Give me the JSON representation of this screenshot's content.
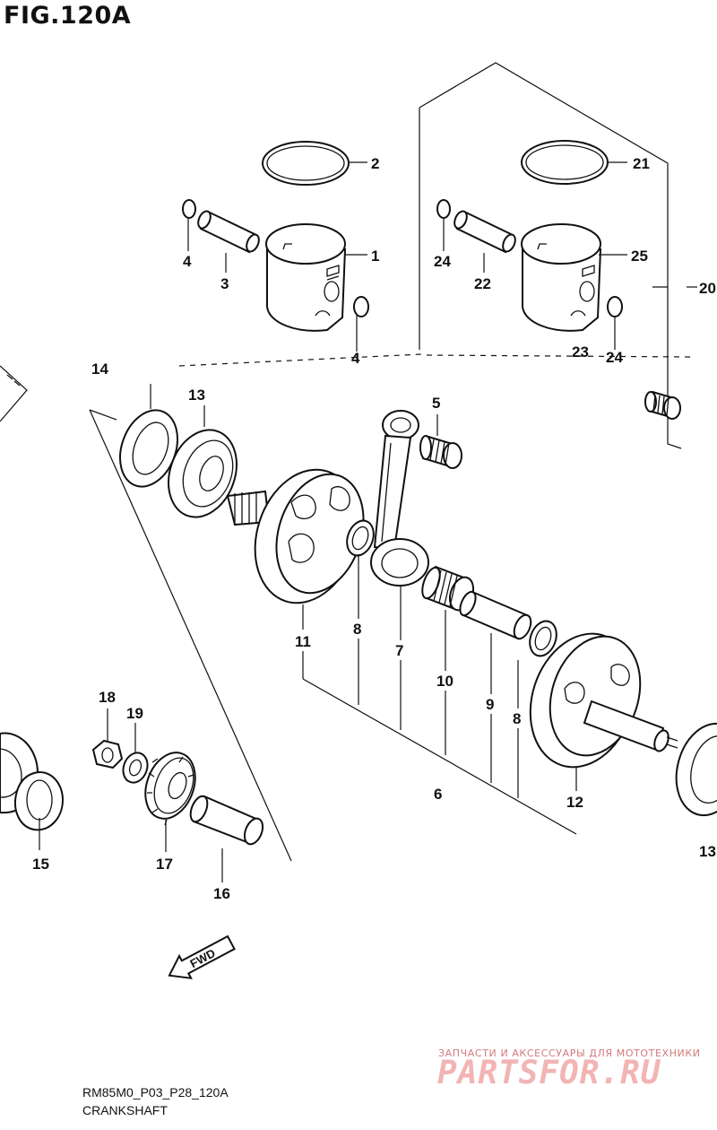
{
  "figure": {
    "title": "FIG.120A",
    "code": "RM85M0_P03_P28_120A",
    "name": "CRANKSHAFT"
  },
  "watermark": {
    "tagline": "ЗАПЧАСТИ И АКСЕССУАРЫ ДЛЯ МОТОТЕХНИКИ",
    "brand": "PARTSFOR.RU"
  },
  "direction_label": "FWD",
  "callouts": {
    "c1": "1",
    "c2": "2",
    "c3": "3",
    "c4": "4",
    "c4b": "4",
    "c5": "5",
    "c6": "6",
    "c7": "7",
    "c8": "8",
    "c8b": "8",
    "c9": "9",
    "c10": "10",
    "c11": "11",
    "c12": "12",
    "c13": "13",
    "c13b": "13",
    "c14": "14",
    "c15": "15",
    "c16": "16",
    "c17": "17",
    "c18": "18",
    "c19": "19",
    "c20": "20",
    "c21": "21",
    "c22": "22",
    "c23": "23",
    "c24": "24",
    "c24b": "24",
    "c25": "25"
  },
  "colors": {
    "line": "#111111",
    "background": "#ffffff",
    "watermark_red": "#f2b4b4"
  }
}
